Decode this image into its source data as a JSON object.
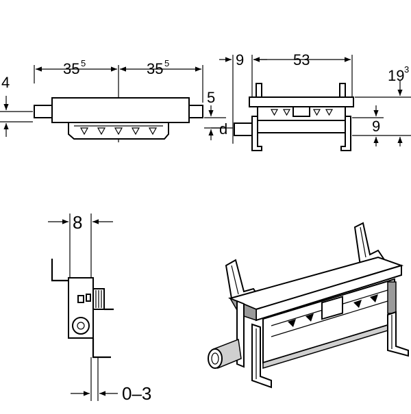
{
  "top_view": {
    "dim_left": "35",
    "dim_left_sup": "5",
    "dim_right": "35",
    "dim_right_sup": "5",
    "dim_height_left": "4",
    "dim_height_right": "5"
  },
  "front_view": {
    "dim_left": "9",
    "dim_width": "53",
    "dim_top_right": "19",
    "dim_top_right_sup": "3",
    "dim_bottom_right": "9",
    "pipe_label": "d"
  },
  "side_view": {
    "dim_top": "8",
    "dim_bottom": "0–3"
  },
  "iso_view": {}
}
